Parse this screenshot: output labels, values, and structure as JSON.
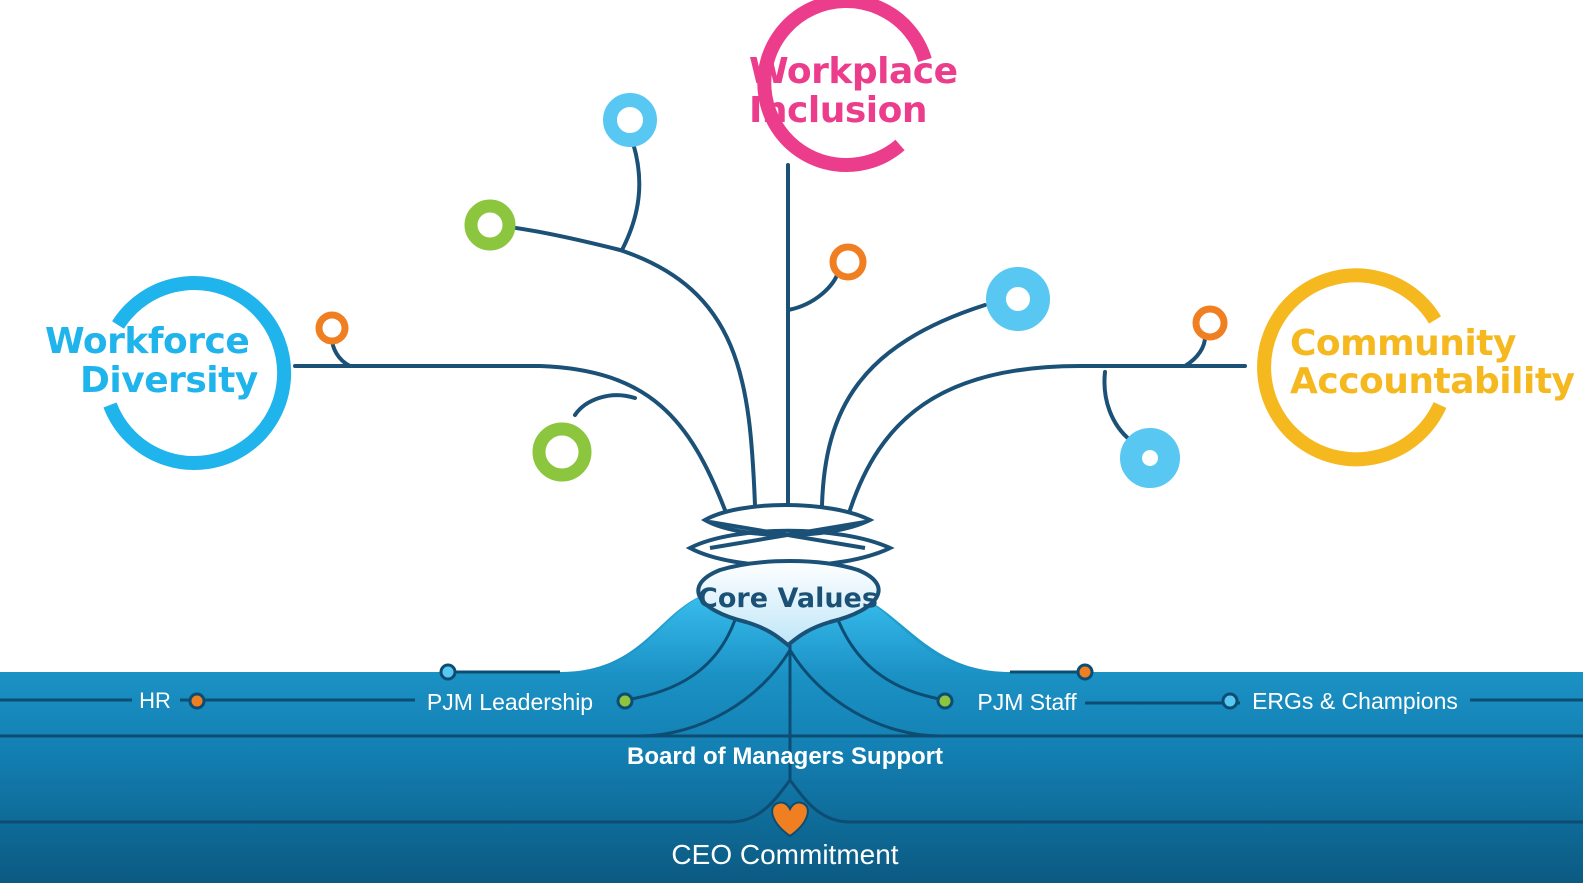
{
  "hubs": {
    "workplace_inclusion": {
      "line1": "Workplace",
      "line2": "Inclusion",
      "color": "#ec3d8d"
    },
    "workforce_diversity": {
      "line1": "Workforce",
      "line2": "Diversity",
      "color": "#1fb4ec"
    },
    "community_accountability": {
      "line1": "Community",
      "line2": "Accountability",
      "color": "#f5b81e"
    }
  },
  "core": {
    "label": "Core Values"
  },
  "foundation": {
    "row1": [
      "HR",
      "PJM Leadership",
      "PJM Staff",
      "ERGs & Champions"
    ],
    "row2": "Board of Managers Support",
    "row3": "CEO Commitment"
  },
  "colors": {
    "stem": "#1b5177",
    "orange": "#f07f22",
    "green": "#8cc63e",
    "light_blue": "#58c8f3",
    "band_top": "#1f9bcf",
    "band_bottom": "#0c5d85"
  },
  "icons": {
    "heart": "heart-icon"
  }
}
